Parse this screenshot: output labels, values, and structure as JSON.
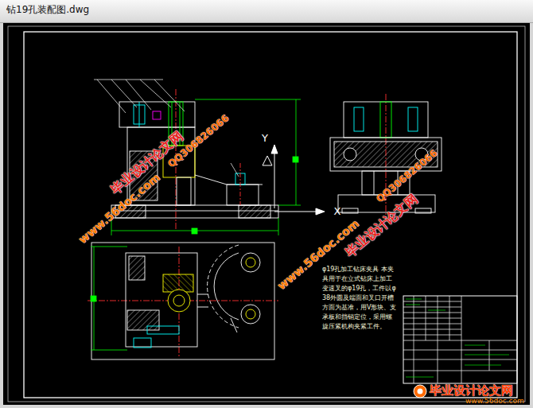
{
  "diagram": {
    "title": "钻19孔装配图.dwg",
    "labels": [
      "Y",
      "X",
      "毕业设计论文网",
      "QQ306826066",
      "www.56doc.com",
      "www.56doc.com",
      "毕业设计论文网",
      "QQ306826066",
      "φ19孔加工钻床夹具 本夹具用于在立式钻床上加工变速叉的φ19孔，工件以φ38外圆及端面和叉口开槽方面为基准，用V形块、支承板和挡销定位，采用螺旋压紧机构夹紧工件。",
      "毕业设计论文网",
      "www.56doc.com"
    ]
  }
}
